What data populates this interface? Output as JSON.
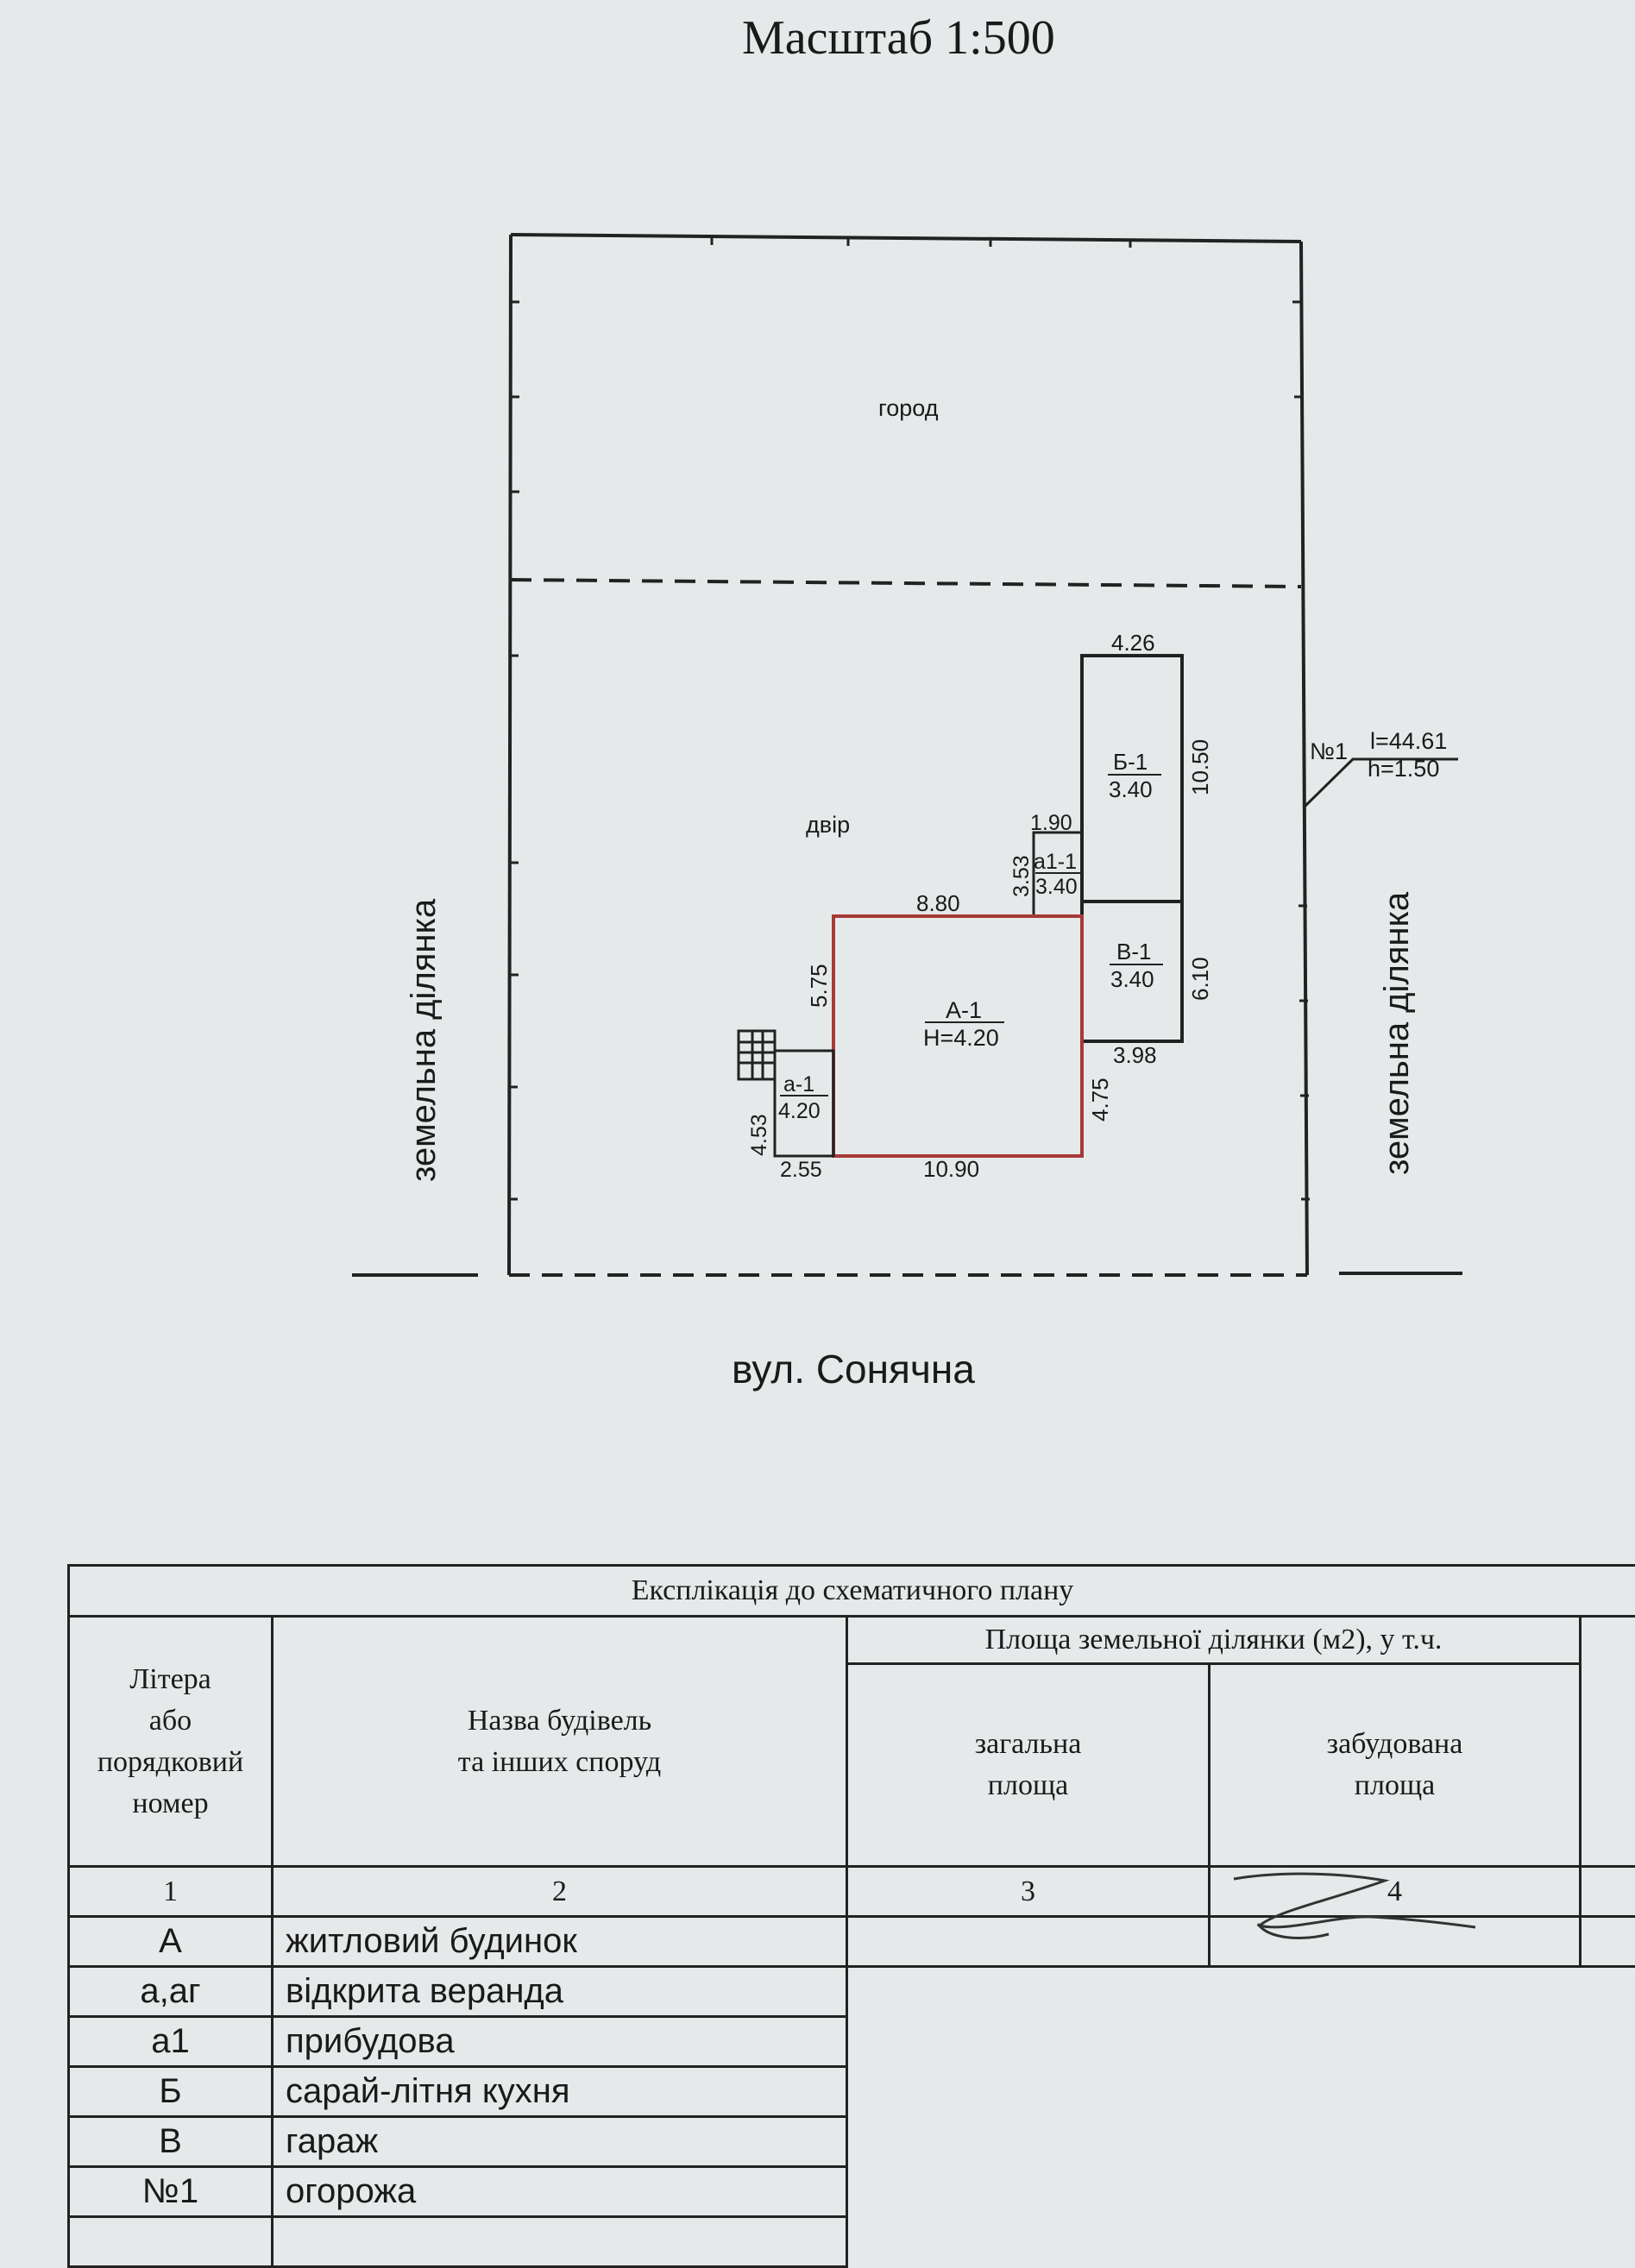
{
  "scale_title": "Масштаб  1:500",
  "plan": {
    "garden_label": "город",
    "yard_label": "двір",
    "left_neighbor_label": "земельна ділянка",
    "right_neighbor_label": "земельна ділянка",
    "street_label": "вул. Сонячна",
    "fence": {
      "id": "№1",
      "length": "l=44.61",
      "height": "h=1.50"
    },
    "building_A": {
      "label": "А-1",
      "height": "Н=4.20",
      "top": "8.80",
      "left": "5.75",
      "bottom": "10.90",
      "right": "4.75"
    },
    "building_B": {
      "label": "Б-1",
      "height": "3.40",
      "top": "4.26",
      "side": "10.50"
    },
    "building_V": {
      "label": "В-1",
      "height": "3.40",
      "side": "6.10",
      "bottom": "3.98"
    },
    "annex_a1": {
      "label": "а1-1",
      "height": "3.40",
      "top": "1.90",
      "side": "3.53"
    },
    "veranda_a": {
      "label": "а-1",
      "height": "4.20",
      "side": "4.53",
      "bottom": "2.55"
    }
  },
  "explication": {
    "title": "Експлікація до схематичного плану",
    "col_letter": [
      "Літера",
      "або",
      "порядковий",
      "номер"
    ],
    "col_name": [
      "Назва будівель",
      "та інших споруд"
    ],
    "col_area_group": "Площа земельної ділянки (м2), у т.ч.",
    "col_total": [
      "загальна",
      "площа"
    ],
    "col_built": [
      "забудована",
      "площа"
    ],
    "col_numbers": [
      "1",
      "2",
      "3",
      "4"
    ],
    "rows": [
      {
        "letter": "А",
        "name": "житловий будинок"
      },
      {
        "letter": "а,аг",
        "name": "відкрита веранда"
      },
      {
        "letter": "а1",
        "name": "прибудова"
      },
      {
        "letter": "Б",
        "name": "сарай-літня кухня"
      },
      {
        "letter": "В",
        "name": "гараж"
      },
      {
        "letter": "№1",
        "name": "огорожа"
      }
    ]
  }
}
